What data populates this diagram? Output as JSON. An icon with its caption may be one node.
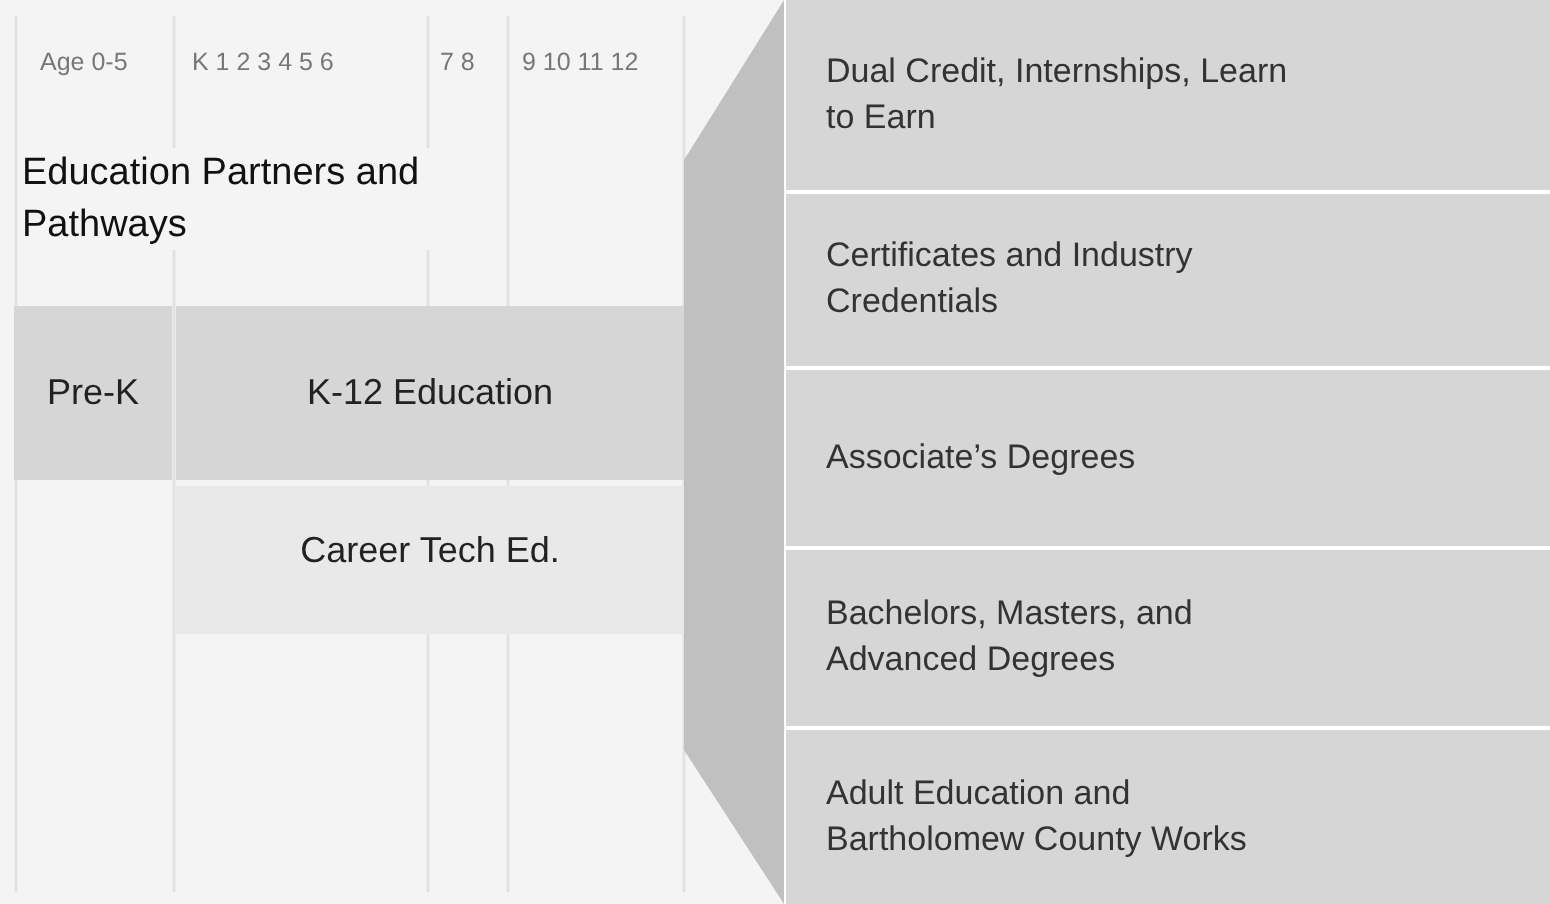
{
  "diagram": {
    "title": "Education Partners and Pathways",
    "nodes": [
      {
        "text": [
          "Pre-K"
        ]
      },
      {
        "text": [
          "K-12 Education"
        ]
      },
      {
        "text": [
          "Career Tech Ed."
        ]
      },
      {
        "text": [],
        "shape": "box"
      },
      {
        "text": [
          "Dual Credit, Internships, Learn to Earn"
        ]
      },
      {
        "text": [
          "Certificates and Industry Credentials"
        ]
      },
      {
        "text": [
          "Associate’s Degrees"
        ]
      },
      {
        "text": [
          "Bachelors, Masters, and Advanced Degrees"
        ]
      },
      {
        "text": [
          "Adult Education and Bartholomew County Works"
        ]
      }
    ],
    "labels": [
      "Age 0-5",
      "K 1 2 3 4 5 6",
      "7 8",
      "9 10 11 12"
    ]
  }
}
